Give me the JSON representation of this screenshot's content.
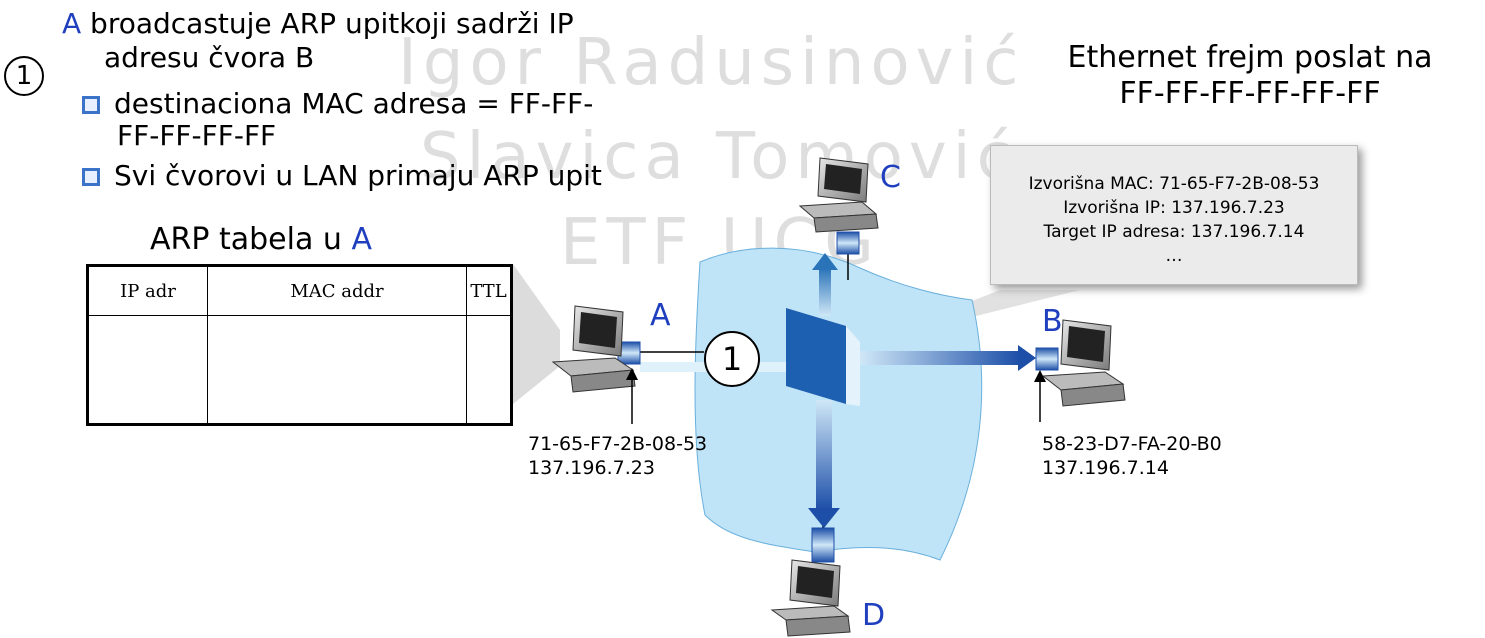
{
  "watermark": {
    "line1": "Igor Radusinović",
    "line2": "Slavica Tomović",
    "line3": "ETF UCG"
  },
  "step": {
    "number": "1"
  },
  "intro": {
    "node": "A",
    "line1_rest": " broadcastuje ARP upitkoji sadrži IP",
    "line2": "adresu čvora B"
  },
  "bullets": [
    {
      "line1": "destinaciona MAC adresa = FF-FF-",
      "line2": "FF-FF-FF-FF"
    },
    {
      "line1": "Svi čvorovi u LAN primaju ARP upit"
    }
  ],
  "ethernet_note": {
    "line1": "Ethernet frejm poslat na",
    "line2": "FF-FF-FF-FF-FF-FF"
  },
  "arp_table": {
    "title_prefix": "ARP tabela u ",
    "title_node": "A",
    "headers": [
      "IP adr",
      "MAC addr",
      "TTL"
    ]
  },
  "callout": {
    "lines": [
      "Izvorišna MAC:  71-65-F7-2B-08-53",
      "Izvorišna IP: 137.196.7.23",
      "Target IP adresa: 137.196.7.14",
      "…"
    ]
  },
  "nodes": {
    "A": {
      "label": "A",
      "mac": "71-65-F7-2B-08-53",
      "ip": "137.196.7.23"
    },
    "B": {
      "label": "B",
      "mac": "58-23-D7-FA-20-B0",
      "ip": "137.196.7.14"
    },
    "C": {
      "label": "C"
    },
    "D": {
      "label": "D"
    }
  },
  "colors": {
    "accent": "#1f3fbf",
    "lan": "#bfe3f7",
    "switch": "#1d5fb0"
  }
}
